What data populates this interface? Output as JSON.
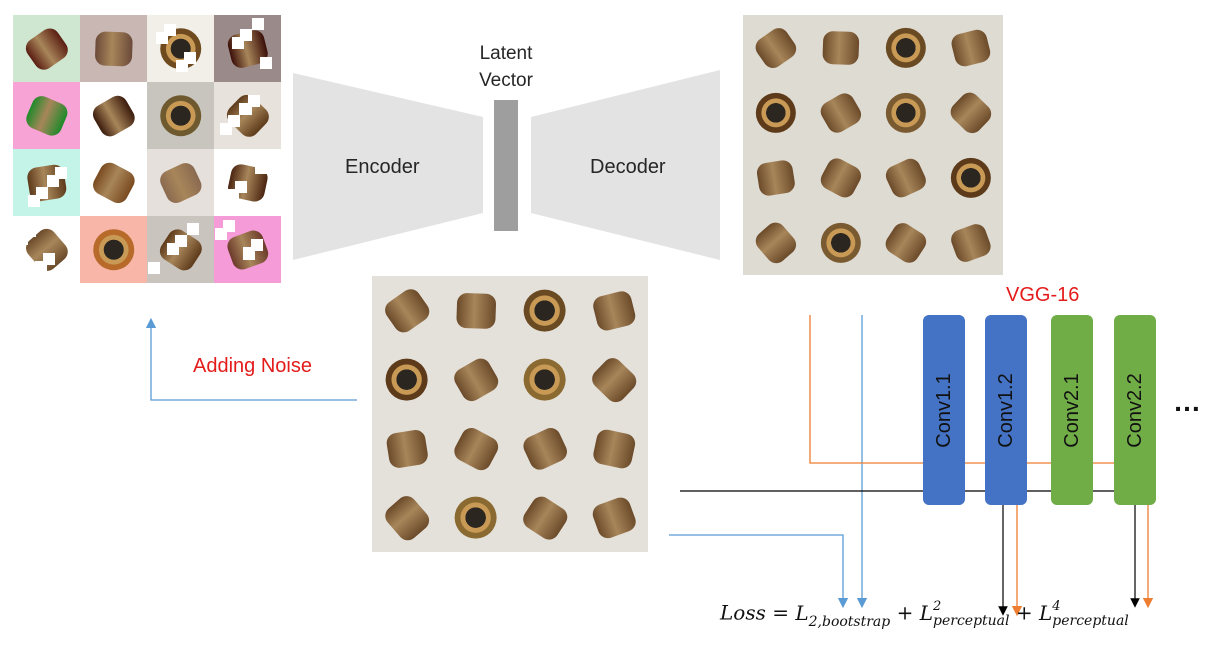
{
  "labels": {
    "latent": "Latent\nVector",
    "encoder": "Encoder",
    "decoder": "Decoder",
    "vgg": "VGG-16",
    "noise": "Adding Noise",
    "ellipsis": "…"
  },
  "vgg_layers": [
    {
      "label": "Conv1.1",
      "color": "#4472c4"
    },
    {
      "label": "Conv1.2",
      "color": "#4472c4"
    },
    {
      "label": "Conv2.1",
      "color": "#70ad47"
    },
    {
      "label": "Conv2.2",
      "color": "#70ad47"
    }
  ],
  "loss": {
    "prefix": "Loss",
    "eq": "=",
    "plus": "+",
    "t1_base": "L",
    "t1_sub": "2,bootstrap",
    "t2_base": "L",
    "t2_sub": "perceptual",
    "t2_sup": "2",
    "t3_base": "L",
    "t3_sub": "perceptual",
    "t3_sup": "4"
  },
  "colors": {
    "arrow_blue": "#5b9bd5",
    "arrow_orange": "#ed7d31",
    "arrow_black": "#000000",
    "funnel": "#e3e3e3",
    "latent_bar": "#9e9e9e",
    "text_red": "#e41b1b"
  },
  "panels": {
    "noisy": [
      {
        "bg": "#cfe6d0",
        "c": "#5a1d12",
        "k": "side"
      },
      {
        "bg": "#c9b7b3",
        "c": "#6b4a3a",
        "k": "side"
      },
      {
        "bg": "#f2efe8",
        "c": "#6e4a1e",
        "k": "ring",
        "n": 1
      },
      {
        "bg": "#9a8a8a",
        "c": "#3a0e08",
        "k": "side",
        "n": 1
      },
      {
        "bg": "#f7a3d6",
        "c": "#1e8a2a",
        "k": "side"
      },
      {
        "bg": "#ffffff",
        "c": "#3a1a0c",
        "k": "side"
      },
      {
        "bg": "#c8c5bf",
        "c": "#6e5a2e",
        "k": "ring"
      },
      {
        "bg": "#e8e2dc",
        "c": "#5d3a1a",
        "k": "side",
        "n": 1
      },
      {
        "bg": "#c4f3e7",
        "c": "#5d3a1a",
        "k": "side",
        "n": 1
      },
      {
        "bg": "#ffffff",
        "c": "#7a4a1f",
        "k": "side"
      },
      {
        "bg": "#e6e0dc",
        "c": "#8a6a50",
        "k": "side"
      },
      {
        "bg": "#ffffff",
        "c": "#4a2410",
        "k": "side",
        "n": 1
      },
      {
        "bg": "#ffffff",
        "c": "#6b4a2a",
        "k": "side",
        "n": 1
      },
      {
        "bg": "#f7b6a8",
        "c": "#b86a2a",
        "k": "ring"
      },
      {
        "bg": "#c9c4bd",
        "c": "#5d3a1a",
        "k": "side",
        "n": 1
      },
      {
        "bg": "#f59bd8",
        "c": "#6b3a2a",
        "k": "side",
        "n": 1
      }
    ],
    "recon": [
      {
        "bg": "#dedbd2",
        "c": "#6b4a2a",
        "k": "side"
      },
      {
        "bg": "#dedbd2",
        "c": "#6b4a2a",
        "k": "side"
      },
      {
        "bg": "#dedbd2",
        "c": "#6a4a22",
        "k": "ring"
      },
      {
        "bg": "#dedbd2",
        "c": "#6b4a2a",
        "k": "side"
      },
      {
        "bg": "#dedbd2",
        "c": "#5d3a1a",
        "k": "ring"
      },
      {
        "bg": "#dedbd2",
        "c": "#6b4a2a",
        "k": "side"
      },
      {
        "bg": "#dedbd2",
        "c": "#7a5a30",
        "k": "ring"
      },
      {
        "bg": "#dedbd2",
        "c": "#6b4a2a",
        "k": "side"
      },
      {
        "bg": "#dedbd2",
        "c": "#6b4a2a",
        "k": "side"
      },
      {
        "bg": "#dedbd2",
        "c": "#6b4a2a",
        "k": "side"
      },
      {
        "bg": "#dedbd2",
        "c": "#6b4a2a",
        "k": "side"
      },
      {
        "bg": "#dedbd2",
        "c": "#5d3a1a",
        "k": "ring"
      },
      {
        "bg": "#dedbd2",
        "c": "#6b4a2a",
        "k": "side"
      },
      {
        "bg": "#dedbd2",
        "c": "#7a5a30",
        "k": "ring"
      },
      {
        "bg": "#dedbd2",
        "c": "#6b4a2a",
        "k": "side"
      },
      {
        "bg": "#dedbd2",
        "c": "#6b4a2a",
        "k": "side"
      }
    ],
    "original": [
      {
        "bg": "#e4e1da",
        "c": "#6b4a2a",
        "k": "side"
      },
      {
        "bg": "#e4e1da",
        "c": "#6b4a2a",
        "k": "side"
      },
      {
        "bg": "#e4e1da",
        "c": "#6a4a22",
        "k": "ring"
      },
      {
        "bg": "#e4e1da",
        "c": "#6b4a2a",
        "k": "side"
      },
      {
        "bg": "#e4e1da",
        "c": "#5d3a1a",
        "k": "ring"
      },
      {
        "bg": "#e4e1da",
        "c": "#6b4a2a",
        "k": "side"
      },
      {
        "bg": "#e4e1da",
        "c": "#8a6a30",
        "k": "ring"
      },
      {
        "bg": "#e4e1da",
        "c": "#6b4a2a",
        "k": "side"
      },
      {
        "bg": "#e4e1da",
        "c": "#6b4a2a",
        "k": "side"
      },
      {
        "bg": "#e4e1da",
        "c": "#6b4a2a",
        "k": "side"
      },
      {
        "bg": "#e4e1da",
        "c": "#6b4a2a",
        "k": "side"
      },
      {
        "bg": "#e4e1da",
        "c": "#6b4a2a",
        "k": "side"
      },
      {
        "bg": "#e4e1da",
        "c": "#6b4a2a",
        "k": "side"
      },
      {
        "bg": "#e4e1da",
        "c": "#8a6a30",
        "k": "ring"
      },
      {
        "bg": "#e4e1da",
        "c": "#6b4a2a",
        "k": "side"
      },
      {
        "bg": "#e4e1da",
        "c": "#6b4a2a",
        "k": "side"
      }
    ]
  }
}
